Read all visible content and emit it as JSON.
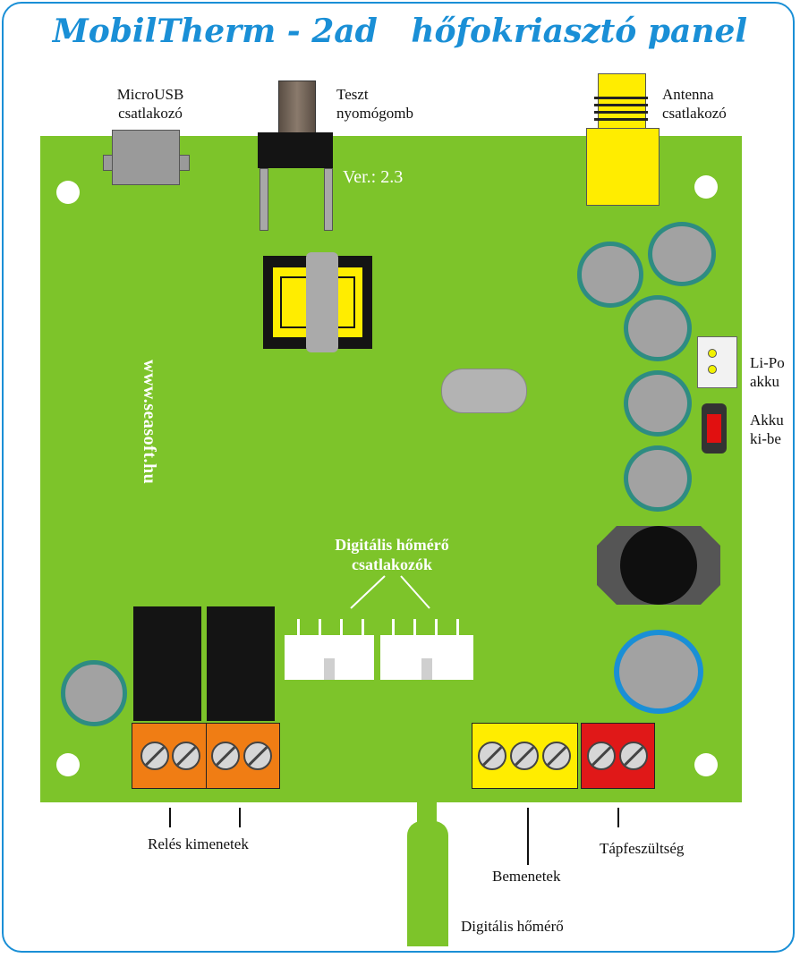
{
  "title": "MobilTherm - 2ad   hőfokriasztó panel",
  "board": {
    "version": "Ver.: 2.3",
    "website": "www.seasoft.hu",
    "digital_thermometer_connectors": [
      "Digitális hőmérő",
      "csatlakozók"
    ]
  },
  "labels": {
    "microusb": [
      "MicroUSB",
      "csatlakozó"
    ],
    "test_button": [
      "Teszt",
      "nyomógomb"
    ],
    "antenna": [
      "Antenna",
      "csatlakozó"
    ],
    "lipo_battery": [
      "Li-Po",
      "akku"
    ],
    "battery_switch": [
      "Akku",
      "ki-be"
    ],
    "relay_outputs": "Relés kimenetek",
    "inputs": "Bemenetek",
    "power_supply": "Tápfeszültség",
    "digital_thermometer": "Digitális hőmérő"
  },
  "colors": {
    "board": "#7dc42a",
    "title": "#1a8fd6",
    "relay_terminal": "#f07d14",
    "input_terminal": "#ffed00",
    "power_terminal": "#e01818",
    "capacitor_ring": "#2e8c82",
    "large_cap_ring": "#1a8fd6"
  },
  "icons": {
    "screw": "screw-terminal-icon",
    "hole": "mounting-hole-icon"
  }
}
